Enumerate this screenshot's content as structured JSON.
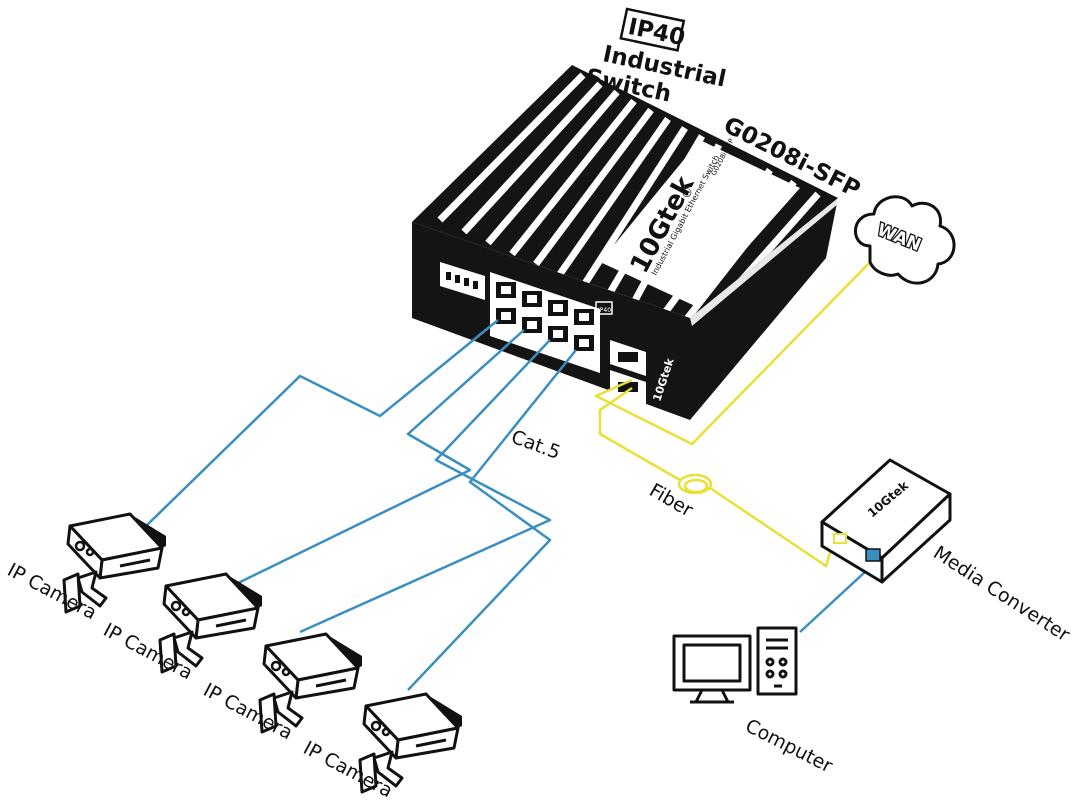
{
  "title": {
    "badge": "IP40",
    "line1": "Industrial",
    "line2": "Switch"
  },
  "switch": {
    "model": "G0208i-SFP",
    "brand": "10Gtek",
    "registered": "®",
    "subtitle": "Industrial Gigabit Ethernet Switch",
    "rear_label": "G0208i-SFP",
    "ip_mark": "IP40",
    "front_brand": "10Gtek"
  },
  "labels": {
    "cable": "Cat.5",
    "fiber": "Fiber",
    "wan": "WAN",
    "media_converter": "Media Converter",
    "computer": "Computer",
    "converter_brand": "10Gtek",
    "cameras": [
      "IP Camera",
      "IP Camera",
      "IP Camera",
      "IP Camera"
    ]
  },
  "colors": {
    "ethernet_cable": "#3a8fc0",
    "fiber_cable": "#e8e035",
    "outline": "#111111",
    "device_body": "#141414"
  },
  "icons": {
    "camera": "ip-camera-icon",
    "cloud": "cloud-icon",
    "computer": "desktop-computer-icon",
    "converter": "media-converter-icon",
    "switch": "network-switch-icon"
  }
}
